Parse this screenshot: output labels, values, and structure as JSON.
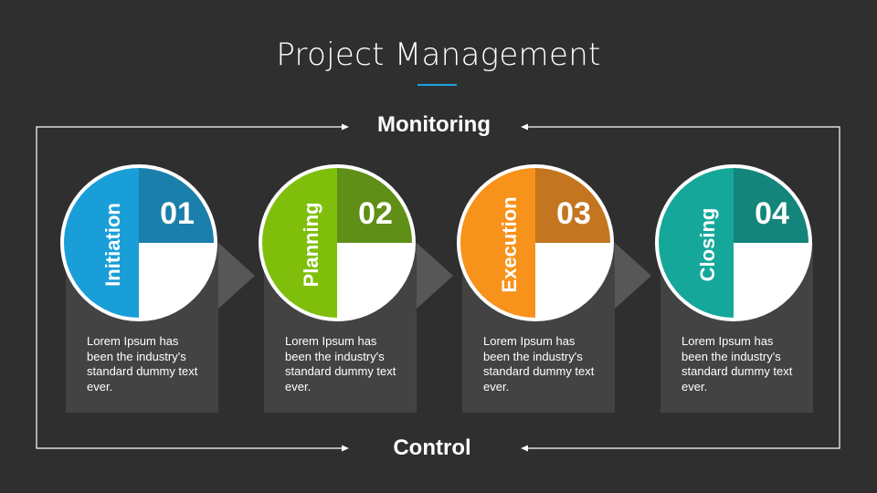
{
  "title": {
    "bold": "Project",
    "light": "Management"
  },
  "cycle": {
    "top_label": "Monitoring",
    "bottom_label": "Control"
  },
  "steps": [
    {
      "number": "01",
      "name": "Initiation",
      "icon": "power-icon",
      "description": "Lorem Ipsum has been the industry's standard dummy text ever.",
      "color": "#1a9ed8",
      "dark_color": "#1b7fab"
    },
    {
      "number": "02",
      "name": "Planning",
      "icon": "edit-icon",
      "description": "Lorem Ipsum has been the industry's standard dummy text ever.",
      "color": "#7fbf0c",
      "dark_color": "#5f8f16"
    },
    {
      "number": "03",
      "name": "Execution",
      "icon": "gear-icon",
      "description": "Lorem Ipsum has been the industry's standard dummy text ever.",
      "color": "#f7921a",
      "dark_color": "#c47520"
    },
    {
      "number": "04",
      "name": "Closing",
      "icon": "diamond-icon",
      "description": "Lorem Ipsum has been the industry's standard dummy text ever.",
      "color": "#15a89a",
      "dark_color": "#14857a"
    }
  ]
}
